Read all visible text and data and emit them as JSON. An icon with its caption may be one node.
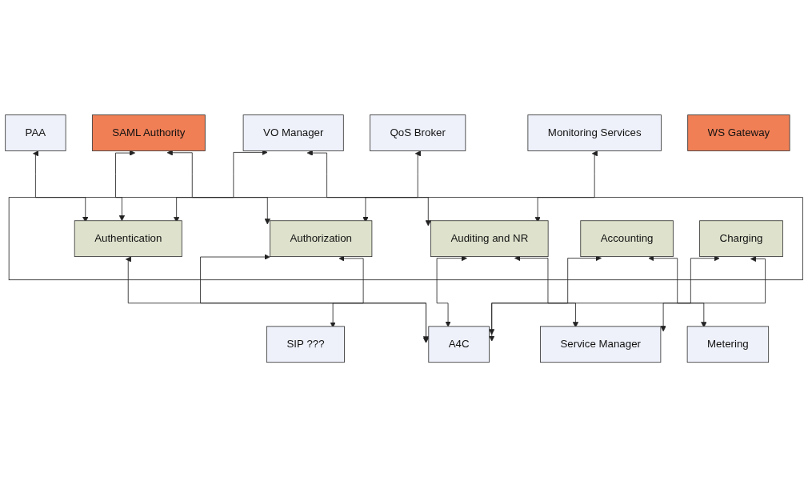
{
  "diagram": {
    "nodes": [
      {
        "text": [
          "VO Manager"
        ]
      },
      {
        "text": [
          "Monitoring Services"
        ]
      },
      {
        "text": [
          "PAA"
        ]
      },
      {
        "text": [
          "SAML Authority"
        ]
      },
      {
        "text": [],
        "shape": "box"
      },
      {
        "text": [
          "Authentication"
        ],
        "in": 4
      },
      {
        "text": [
          "QoS Broker"
        ]
      },
      {
        "text": [
          "Authorization"
        ],
        "in": 4
      },
      {
        "text": [
          "Auditing and NR"
        ],
        "in": 4
      },
      {
        "text": [
          "WS Gateway"
        ]
      },
      {
        "text": [
          "SIP ???"
        ]
      },
      {
        "text": [
          "Accounting"
        ],
        "in": 4
      },
      {
        "text": [
          "Charging"
        ],
        "in": 4
      },
      {
        "text": [
          "A4C"
        ]
      },
      {
        "text": [
          "Metering"
        ]
      },
      {
        "text": [
          "Service Manager"
        ]
      }
    ],
    "edges": [
      {
        "from": 2,
        "to": 5,
        "arrow": "both"
      },
      {
        "from": 0,
        "to": 5,
        "arrow": "both"
      },
      {
        "from": 0,
        "to": 8,
        "arrow": "both"
      },
      {
        "from": 3,
        "to": 5,
        "arrow": "both"
      },
      {
        "from": 3,
        "to": 7,
        "arrow": "both"
      },
      {
        "from": 1,
        "to": 8,
        "arrow": "both"
      },
      {
        "from": 6,
        "to": 7,
        "arrow": "both"
      },
      {
        "from": 5,
        "to": 13,
        "arrow": "both"
      },
      {
        "from": 7,
        "to": 13,
        "arrow": "both"
      },
      {
        "from": 7,
        "to": 10,
        "arrow": "both"
      },
      {
        "from": 11,
        "to": 13,
        "arrow": "both"
      },
      {
        "from": 11,
        "to": 14,
        "arrow": "both"
      },
      {
        "from": 12,
        "to": 13,
        "arrow": "both"
      },
      {
        "from": 8,
        "to": 13,
        "arrow": "both"
      },
      {
        "from": 8,
        "to": 15,
        "arrow": "both"
      },
      {
        "from": 12,
        "to": 15,
        "arrow": "both"
      }
    ]
  }
}
